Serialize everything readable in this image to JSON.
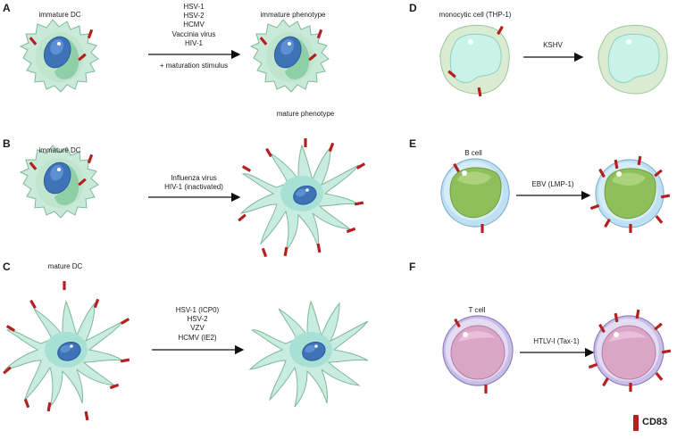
{
  "panels": {
    "A": {
      "letter": "A",
      "left_label": "immature DC",
      "right_label": "immature phenotype",
      "viruses": [
        "HSV-1",
        "HSV-2",
        "HCMV",
        "Vaccinia virus",
        "HIV-1"
      ],
      "note": "+ maturation stimulus"
    },
    "B": {
      "letter": "B",
      "left_label": "immature DC",
      "right_label": "mature phenotype",
      "viruses": [
        "Influenza virus",
        "HIV-1 (inactivated)"
      ]
    },
    "C": {
      "letter": "C",
      "left_label": "mature DC",
      "viruses": [
        "HSV-1 (ICP0)",
        "HSV-2",
        "VZV",
        "HCMV (IE2)"
      ]
    },
    "D": {
      "letter": "D",
      "left_label": "monocytic cell (THP-1)",
      "viruses": [
        "KSHV"
      ]
    },
    "E": {
      "letter": "E",
      "left_label": "B cell",
      "viruses": [
        "EBV (LMP-1)"
      ]
    },
    "F": {
      "letter": "F",
      "left_label": "T cell",
      "viruses": [
        "HTLV-I (Tax-1)"
      ]
    }
  },
  "legend": {
    "label": "CD83",
    "marker_color": "#b51f1f"
  },
  "colors": {
    "dc_body": "#c9ead8",
    "dc_outline": "#7fb79a",
    "dc_inner": "#8fcfa8",
    "nucleus": "#3f73b8",
    "mature_body": "#c8ece0",
    "mono_body": "#d9ecd2",
    "mono_nucleus": "#c9f3e8",
    "bcell_outer": "#bfe0f2",
    "bcell_nucleus": "#8fbf5a",
    "tcell_outer": "#c9bfe6",
    "tcell_nucleus": "#d9a6c6",
    "cd83": "#b51f1f",
    "arrow": "#111111"
  }
}
